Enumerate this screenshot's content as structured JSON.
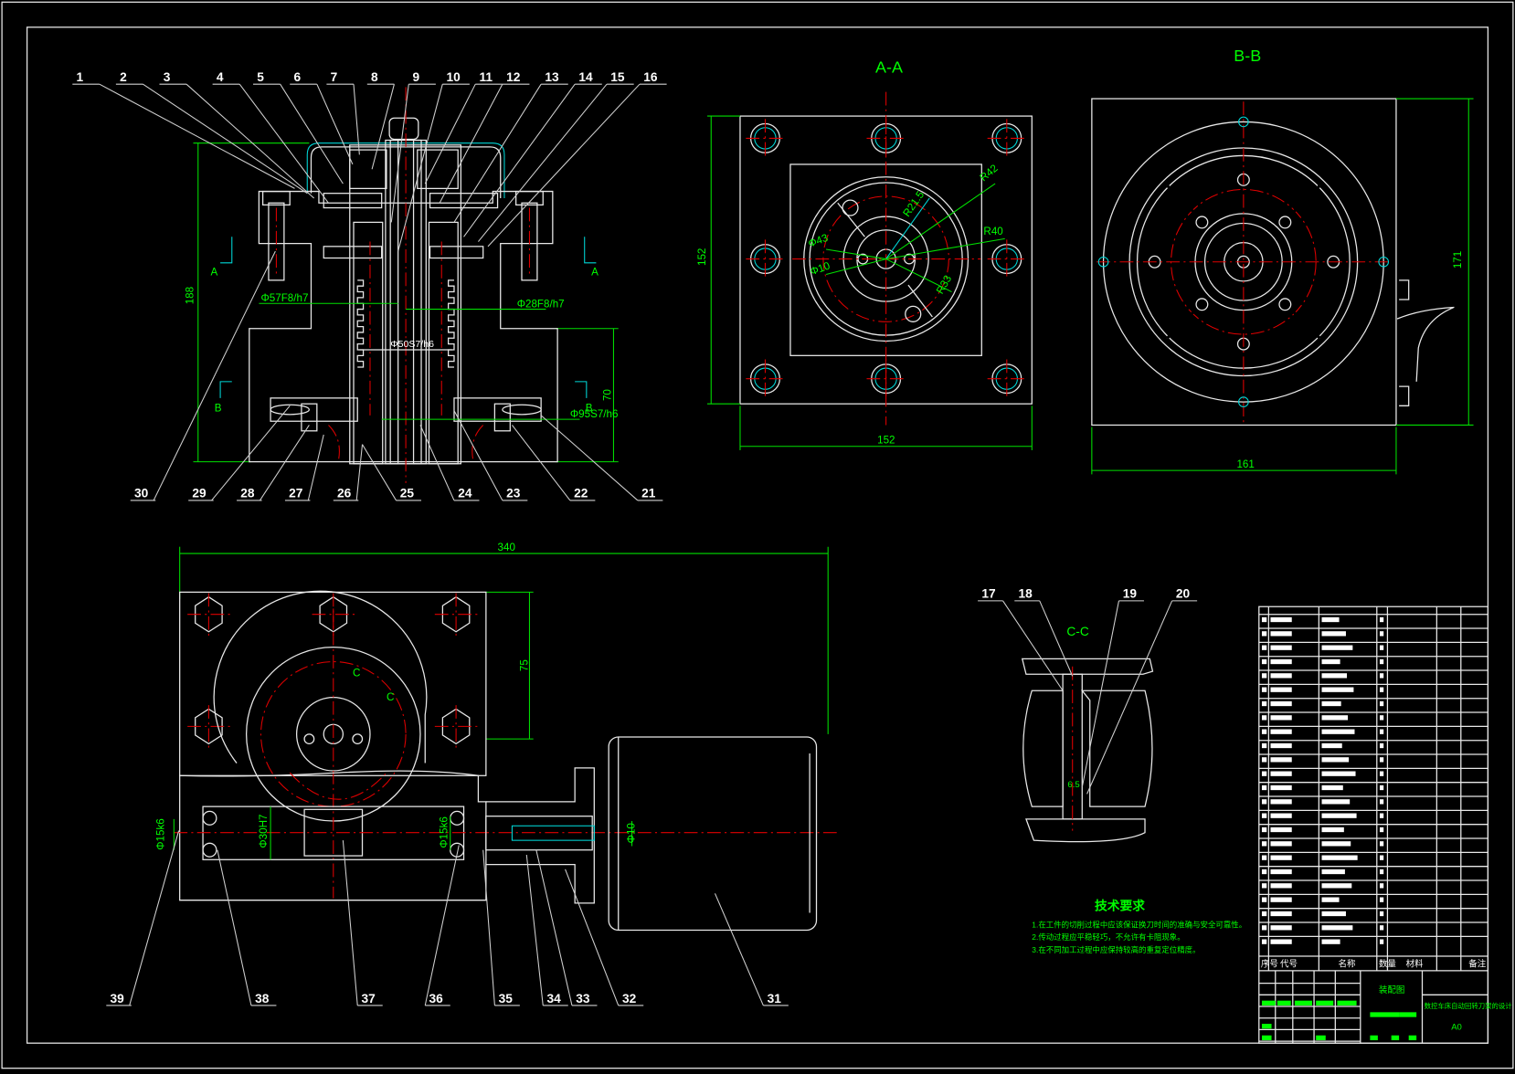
{
  "drawing": {
    "section_titles": {
      "aa": "A-A",
      "bb": "B-B",
      "cc": "C-C"
    },
    "section_markers": {
      "a": "A",
      "b": "B"
    },
    "part_numbers_top": [
      "1",
      "2",
      "3",
      "4",
      "5",
      "6",
      "7",
      "8",
      "9",
      "10",
      "11",
      "12",
      "13",
      "14",
      "15",
      "16"
    ],
    "part_numbers_mid": [
      "30",
      "29",
      "28",
      "27",
      "26",
      "25",
      "24",
      "23",
      "22",
      "21"
    ],
    "part_numbers_cc": [
      "17",
      "18",
      "19",
      "20"
    ],
    "part_numbers_bottom": [
      "39",
      "38",
      "37",
      "36",
      "35",
      "34",
      "33",
      "32",
      "31"
    ],
    "dimensions": {
      "main_height": "188",
      "main_lower_height": "70",
      "fit_left": "Φ57F8/h7",
      "fit_right": "Φ28F8/h7",
      "fit_center": "Φ50S7/h6",
      "fit_lower": "Φ95S7/h6",
      "aa_width": "152",
      "aa_height": "152",
      "aa_r42": "R42",
      "aa_r215": "R21.5",
      "aa_r40": "R40",
      "aa_d43": "Φ43",
      "aa_d10": "Φ10",
      "aa_r33": "R33",
      "bb_width": "161",
      "bb_height": "171",
      "bottom_width": "340",
      "bottom_height": "75",
      "shaft_left": "Φ15k6",
      "shaft_mid": "Φ30H7",
      "shaft_right": "Φ15k6",
      "motor_shaft": "Φ10",
      "cc_gap": "6.5",
      "c_mark": "C"
    }
  },
  "tech_requirements": {
    "heading": "技术要求",
    "items": [
      "1.在工件的切削过程中应该保证换刀时间的准确与安全可靠性。",
      "2.传动过程应平稳轻巧，不允许有卡阻现象。",
      "3.在不同加工过程中应保持较高的重复定位精度。"
    ]
  },
  "title_block": {
    "headers": [
      "序号",
      "代号",
      "名称",
      "数量",
      "材料",
      "备注"
    ],
    "drawing_name": "装配图",
    "project_name": "数控车床自动回转刀架的设计",
    "scale_label": "A0"
  },
  "colors": {
    "background": "#000000",
    "outline": "#e8e8e8",
    "dimension": "#00ff00",
    "centerline": "#e00000",
    "hatch": "#00d8d8"
  }
}
